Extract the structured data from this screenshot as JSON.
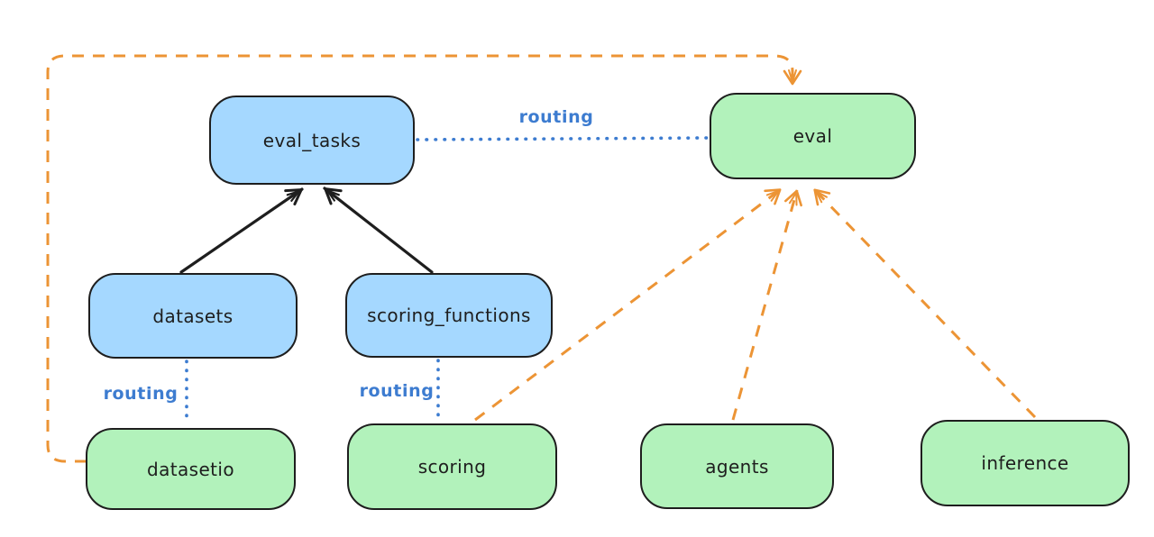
{
  "diagram_title": "",
  "colors": {
    "bg": "#ffffff",
    "node-stroke": "#1e1e1e",
    "blue-fill": "#a5d8ff",
    "green-fill": "#b2f2bb",
    "routing-blue": "#3d7cd0",
    "arrow-orange": "#ec9435",
    "arrow-black": "#1e1e1e"
  },
  "nodes": [
    {
      "id": "eval_tasks",
      "label": "eval_tasks",
      "color": "blue"
    },
    {
      "id": "eval",
      "label": "eval",
      "color": "green"
    },
    {
      "id": "datasets",
      "label": "datasets",
      "color": "blue"
    },
    {
      "id": "scoring_functions",
      "label": "scoring_functions",
      "color": "blue"
    },
    {
      "id": "datasetio",
      "label": "datasetio",
      "color": "green"
    },
    {
      "id": "scoring",
      "label": "scoring",
      "color": "green"
    },
    {
      "id": "agents",
      "label": "agents",
      "color": "green"
    },
    {
      "id": "inference",
      "label": "inference",
      "color": "green"
    }
  ],
  "edge_labels": [
    "routing",
    "routing",
    "routing"
  ],
  "edges": [
    {
      "from": "datasets",
      "to": "eval_tasks",
      "style": "solid-black-arrow"
    },
    {
      "from": "scoring_functions",
      "to": "eval_tasks",
      "style": "solid-black-arrow"
    },
    {
      "from": "eval_tasks",
      "to": "eval",
      "style": "dotted-blue",
      "label": "routing"
    },
    {
      "from": "datasets",
      "to": "datasetio",
      "style": "dotted-blue",
      "label": "routing"
    },
    {
      "from": "scoring_functions",
      "to": "scoring",
      "style": "dotted-blue",
      "label": "routing"
    },
    {
      "from": "datasetio",
      "to": "eval",
      "style": "dashed-orange-arrow"
    },
    {
      "from": "scoring",
      "to": "eval",
      "style": "dashed-orange-arrow"
    },
    {
      "from": "agents",
      "to": "eval",
      "style": "dashed-orange-arrow"
    },
    {
      "from": "inference",
      "to": "eval",
      "style": "dashed-orange-arrow"
    }
  ]
}
